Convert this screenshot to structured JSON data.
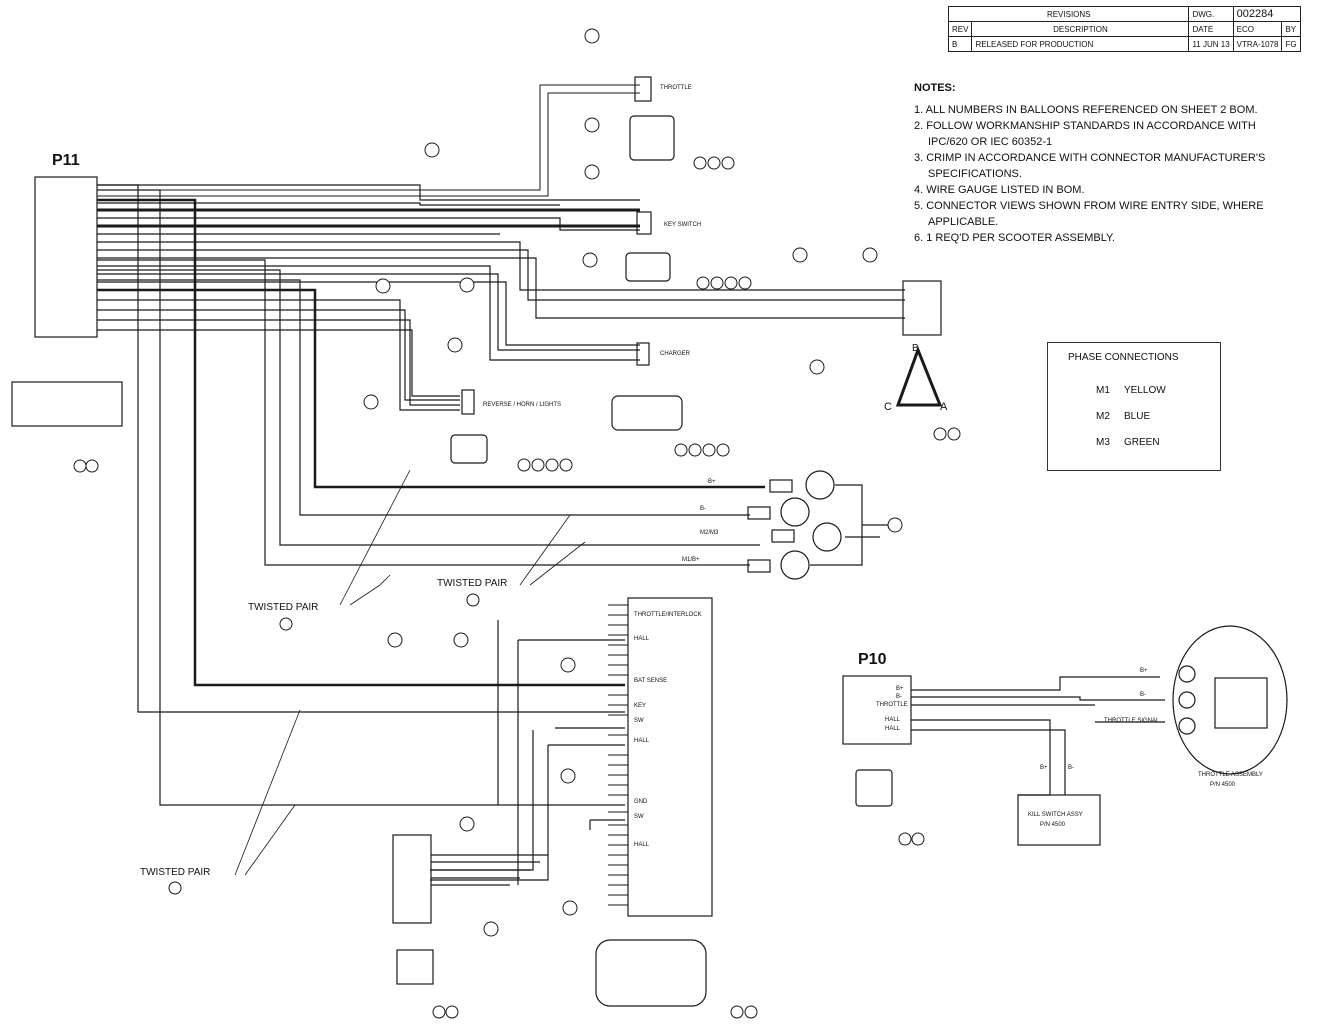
{
  "revisions": {
    "header": "REVISIONS",
    "dwg_label": "DWG.",
    "dwg_no": "002284",
    "columns": [
      "REV",
      "DESCRIPTION",
      "DATE",
      "ECO",
      "BY"
    ],
    "rows": [
      [
        "B",
        "RELEASED FOR PRODUCTION",
        "11 JUN 13",
        "VTRA-1078",
        "FG"
      ]
    ]
  },
  "notes": {
    "header": "NOTES:",
    "items": [
      "1. ALL NUMBERS IN BALLOONS REFERENCED ON SHEET 2 BOM.",
      "2. FOLLOW WORKMANSHIP STANDARDS IN ACCORDANCE WITH",
      "   IPC/620 OR IEC 60352-1",
      "3. CRIMP IN ACCORDANCE WITH CONNECTOR MANUFACTURER'S",
      "   SPECIFICATIONS.",
      "4. WIRE GAUGE LISTED IN BOM.",
      "5. CONNECTOR VIEWS SHOWN FROM WIRE ENTRY SIDE, WHERE",
      "   APPLICABLE.",
      "6. 1 REQ'D PER SCOOTER ASSEMBLY."
    ]
  },
  "phase": {
    "title": "PHASE CONNECTIONS",
    "rows": [
      {
        "m": "M1",
        "color": "YELLOW"
      },
      {
        "m": "M2",
        "color": "BLUE"
      },
      {
        "m": "M3",
        "color": "GREEN"
      }
    ]
  },
  "connectors": {
    "p11": "P11",
    "p10": "P10",
    "throttle": "THROTTLE",
    "key": "KEY SWITCH",
    "charger": "CHARGER",
    "reverse": "REVERSE / HORN / LIGHTS",
    "motor_tri": [
      "A",
      "B",
      "C"
    ],
    "ring_terms": [
      "B+",
      "B-",
      "M2/M3",
      "M1/B+"
    ],
    "controller_pins": [
      "THROTTLE/INTERLOCK",
      "HALL",
      "BAT SENSE",
      "KEY",
      "SW",
      "HALL",
      "GND",
      "SW",
      "HALL"
    ],
    "p10_pins": [
      "B+",
      "B-",
      "THROTTLE",
      "HALL",
      "HALL"
    ],
    "p10_lead_labels": [
      "B+",
      "B-",
      "THROTTLE SIGNAL"
    ],
    "p10_lead_bottom": [
      "B+",
      "B-"
    ],
    "meter_label": "THROTTLE ASSEMBLY",
    "meter_sub": "P/N 4500",
    "switch_label": "KILL SWITCH ASSY",
    "switch_sub": "P/N 4500"
  },
  "twisted_pair": "TWISTED PAIR",
  "colors": {
    "line": "#1a1a1a",
    "bold": "#000000"
  }
}
